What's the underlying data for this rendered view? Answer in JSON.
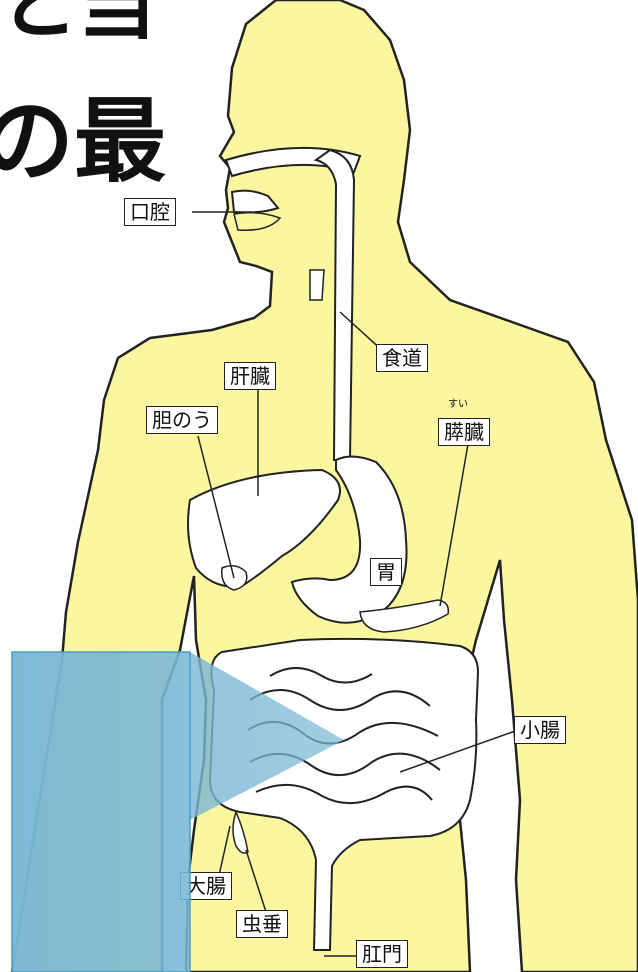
{
  "heading": {
    "fragment_top": "と当",
    "fragment_middle": "の最"
  },
  "labels": {
    "mouth": "口腔",
    "esophagus": "食道",
    "liver": "肝臓",
    "gallbladder": "胆のう",
    "pancreas": "膵臓",
    "pancreas_ruby": "すい",
    "stomach": "胃",
    "small_intestine": "小腸",
    "large_intestine": "大腸",
    "appendix": "虫垂",
    "anus": "肛門"
  },
  "colors": {
    "body_fill": "#fbf7a0",
    "outline": "#222222",
    "organ_fill": "#ffffff",
    "overlay": "#7ab8d4"
  }
}
